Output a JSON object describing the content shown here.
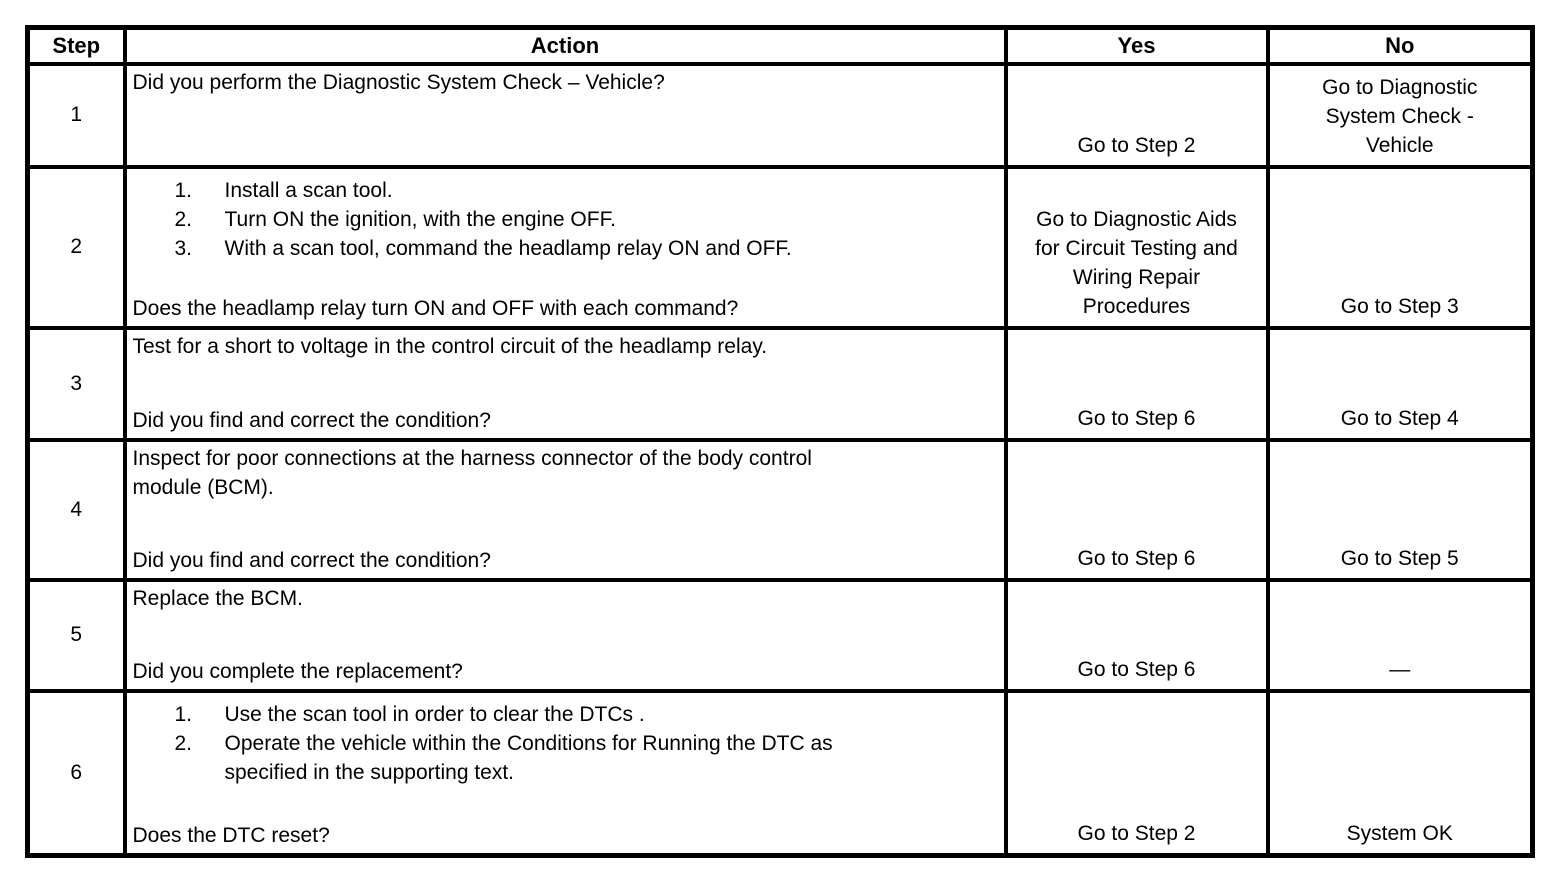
{
  "header": {
    "step": "Step",
    "action": "Action",
    "yes": "Yes",
    "no": "No"
  },
  "rows": [
    {
      "step": "1",
      "intro": "Did you perform the Diagnostic System Check – Vehicle?",
      "yes": "Go to Step 2",
      "no": "Go to Diagnostic\nSystem Check -\nVehicle"
    },
    {
      "step": "2",
      "list": [
        {
          "num": "1.",
          "text": "Install a scan tool."
        },
        {
          "num": "2.",
          "text": "Turn ON the ignition, with the engine OFF."
        },
        {
          "num": "3.",
          "text": "With a scan tool, command the headlamp relay ON and OFF."
        }
      ],
      "question": "Does the headlamp relay turn ON and OFF with each command?",
      "yes": "Go to Diagnostic Aids\nfor Circuit Testing and\nWiring Repair\nProcedures",
      "no": "Go to Step 3"
    },
    {
      "step": "3",
      "intro": "Test for a short to voltage in the control circuit of the headlamp relay.",
      "question": "Did you find and correct the condition?",
      "yes": "Go to Step 6",
      "no": "Go to Step 4"
    },
    {
      "step": "4",
      "intro": "Inspect for poor connections at the harness connector of the body control\nmodule (BCM).",
      "question": "Did you find and correct the condition?",
      "yes": "Go to Step 6",
      "no": "Go to Step 5"
    },
    {
      "step": "5",
      "intro": "Replace the BCM.",
      "question": "Did you complete the replacement?",
      "yes": "Go to Step 6",
      "no": "—"
    },
    {
      "step": "6",
      "list": [
        {
          "num": "1.",
          "text": "Use the scan tool in order to clear the DTCs ."
        },
        {
          "num": "2.",
          "text": "Operate the vehicle within the Conditions for Running the DTC as\nspecified in the supporting text."
        }
      ],
      "question": "Does the DTC reset?",
      "yes": "Go to Step 2",
      "no": "System OK"
    }
  ]
}
